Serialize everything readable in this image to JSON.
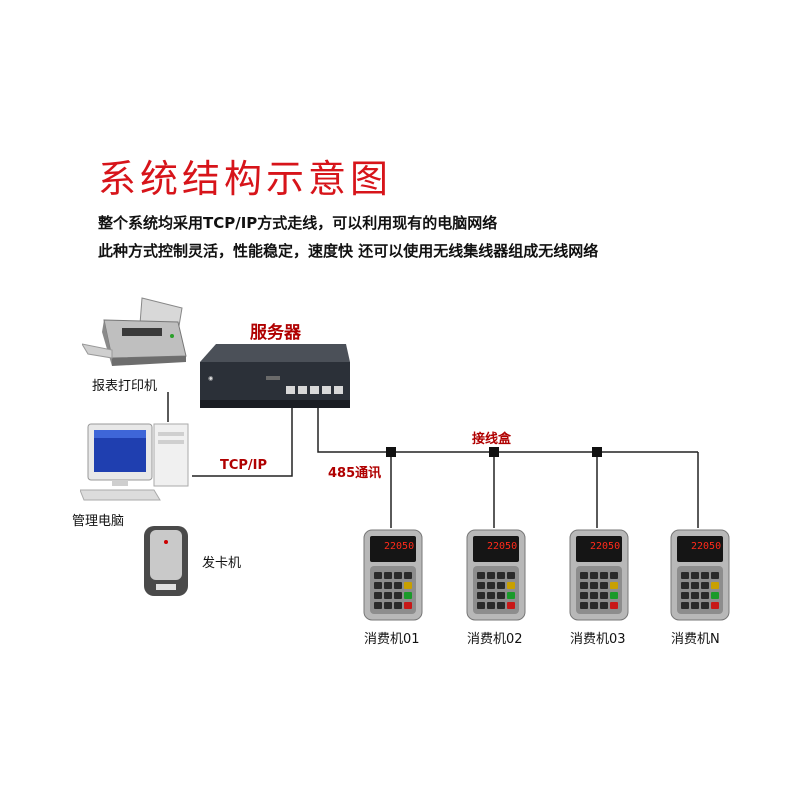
{
  "title": "系统结构示意图",
  "desc_line1": "整个系统均采用TCP/IP方式走线，可以利用现有的电脑网络",
  "desc_line2": "此种方式控制灵活，性能稳定，速度快 还可以使用无线集线器组成无线网络",
  "nodes": {
    "printer": "报表打印机",
    "pc": "管理电脑",
    "card_issuer": "发卡机",
    "server": "服务器"
  },
  "links": {
    "tcpip": "TCP/IP",
    "junction": "接线盒",
    "rs485": "485通讯"
  },
  "terminals": [
    {
      "label": "消费机01",
      "display": "22050"
    },
    {
      "label": "消费机02",
      "display": "22050"
    },
    {
      "label": "消费机03",
      "display": "22050"
    },
    {
      "label": "消费机N",
      "display": "22050"
    }
  ],
  "colors": {
    "title": "#d7141a",
    "link_label": "#b00000",
    "led": "#ff2a1a"
  }
}
